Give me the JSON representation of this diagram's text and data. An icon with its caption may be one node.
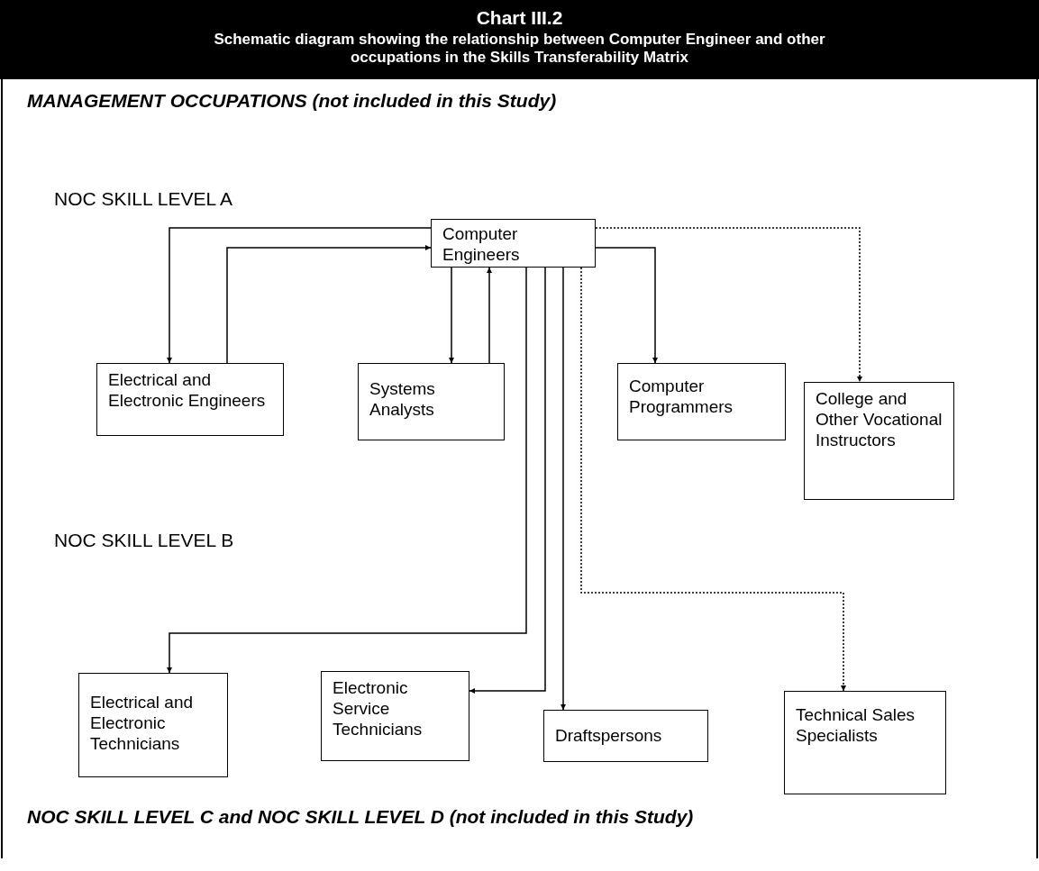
{
  "diagram": {
    "title": "Chart III.2",
    "caption": "Schematic diagram showing the relationship between Computer Engineer and other occupations in the Skills Transferability Matrix",
    "nodes": [
      {
        "text": [
          "Computer Engineers"
        ]
      },
      {
        "text": [
          "Electrical and Electronic Engineers"
        ]
      },
      {
        "text": [
          "Systems Analysts"
        ]
      },
      {
        "text": [
          "Computer Programmers"
        ]
      },
      {
        "text": [
          "College and Other Vocational Instructors"
        ]
      },
      {
        "text": [
          "Electrical and Electronic Technicians"
        ]
      },
      {
        "text": [
          "Electronic Service Technicians"
        ]
      },
      {
        "text": [
          "Draftspersons"
        ]
      },
      {
        "text": [
          "Technical Sales Specialists"
        ]
      }
    ],
    "edges": [
      {
        "from": 0,
        "to": 1,
        "arrow": "to"
      },
      {
        "from": 1,
        "to": 0,
        "arrow": "to"
      },
      {
        "from": 0,
        "to": 2,
        "arrow": "to"
      },
      {
        "from": 2,
        "to": 0,
        "arrow": "to"
      },
      {
        "from": 0,
        "to": 3,
        "arrow": "to"
      },
      {
        "from": 0,
        "to": 4,
        "arrow": "to",
        "style": "dashed"
      },
      {
        "from": 0,
        "to": 5,
        "arrow": "to"
      },
      {
        "from": 0,
        "to": 6,
        "arrow": "to"
      },
      {
        "from": 0,
        "to": 7,
        "arrow": "to"
      },
      {
        "from": 0,
        "to": 8,
        "arrow": "to",
        "style": "dashed"
      }
    ],
    "labels": [
      "MANAGEMENT OCCUPATIONS (not included in this Study)",
      "NOC SKILL LEVEL A",
      "NOC SKILL LEVEL B",
      "NOC SKILL LEVEL C and NOC SKILL LEVEL D (not included in this Study)"
    ]
  }
}
